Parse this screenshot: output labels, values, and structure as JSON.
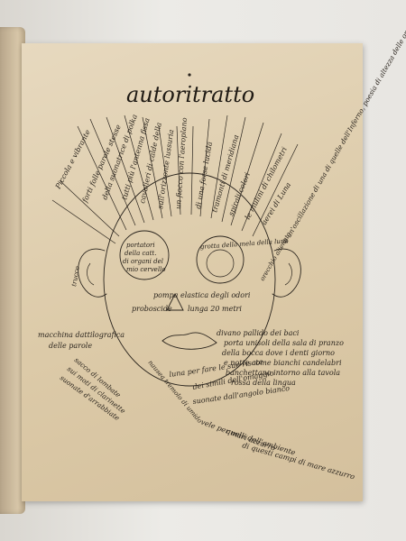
{
  "title": "autoritratto",
  "rays": [
    "Piccola e vibrante",
    "forti folle parole stesse",
    "della suonatrice di polka",
    "tutti più l'antenna fissa",
    "cavalieri di calde della",
    "sull'orizzonte lussuria"
  ],
  "rays_right": [
    "un fiocco con l'aeroplano",
    "di una forse lucida",
    "tramonti di meridiana",
    "spirali colori",
    "le mulini di chilometri",
    "aerei di Luna"
  ],
  "right_block": "è un'oscillazione di una di quelle dell'Inferno, poesia di altezza delle onde di cosmico",
  "left_eye": "portatori della cattedrale di organi del mio cervello",
  "right_eye": "grotta della mela della luna",
  "left_ear": "trucco",
  "right_ear": "orecchio alienato",
  "nose_top": "pompa elastica degli odori",
  "nose_left": "proboscide",
  "nose_right": "lunga 20 metri",
  "left_side": "macchina dattilografica delle parole",
  "mouth_right": "divano pallido dei baci porta unisoli della sala di pranzo della bocca dove i denti giorno e notte come bianchi candelabri banchettano intorno alla tavola rossa della lingua",
  "chin_left": "luna per fare le sue risate",
  "chin_arc": "nausea tremolo di umido",
  "lower_lines": [
    "sacco di lombate",
    "sui moti di clarinette",
    "suonate d'arrabbiate",
    "suonate dall'angolo bianco",
    "vele per mari azzurro",
    "dei simili dell'omaggio",
    "quelli dell'ambiente",
    "di questi campi di mare azzurro"
  ]
}
